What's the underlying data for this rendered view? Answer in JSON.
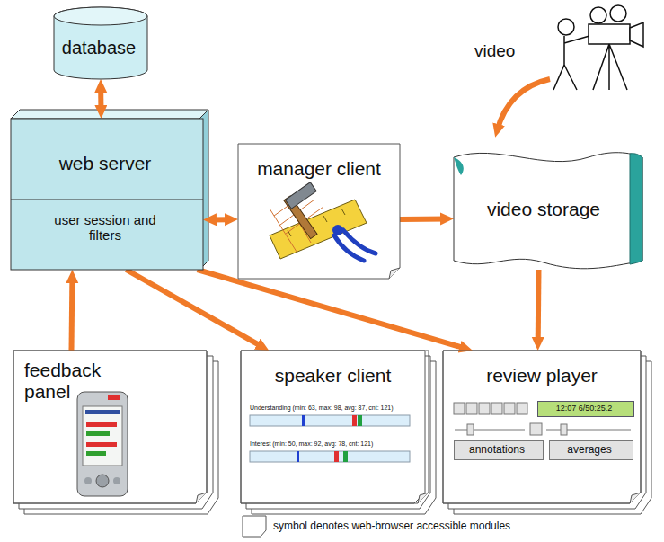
{
  "diagram": {
    "nodes": [
      {
        "text": [
          "database"
        ]
      },
      {
        "text": [
          "web server",
          "user session and filters"
        ]
      },
      {
        "text": [
          "manager client"
        ]
      },
      {
        "text": [
          "video storage"
        ]
      },
      {
        "text": [
          "feedback panel"
        ]
      },
      {
        "text": [
          "speaker client",
          "Understanding (min: 63, max: 98, avg: 87, cnt: 121)",
          "Interest (min: 50, max: 92, avg: 78, cnt: 121)"
        ]
      },
      {
        "text": [
          "review player"
        ]
      },
      {
        "text": [
          "12:07 6/50:25.2"
        ],
        "in": 6
      },
      {
        "text": [
          "annotations"
        ],
        "in": 6
      },
      {
        "text": [
          "averages"
        ],
        "in": 6
      }
    ],
    "edges": [
      {
        "from": 0,
        "to": 1,
        "arrow": "both"
      },
      {
        "from": 1,
        "to": 2,
        "arrow": "both"
      },
      {
        "from": 2,
        "to": 3,
        "arrow": "to"
      },
      {
        "from": 3,
        "to": 6,
        "arrow": "to"
      },
      {
        "from": 4,
        "to": 1,
        "arrow": "to"
      },
      {
        "from": 1,
        "to": 5,
        "arrow": "to"
      },
      {
        "from": 1,
        "to": 6,
        "arrow": "to"
      }
    ],
    "labels": [
      "video"
    ],
    "legend": [
      {
        "text": "symbol denotes web-browser accessible modules"
      }
    ]
  }
}
